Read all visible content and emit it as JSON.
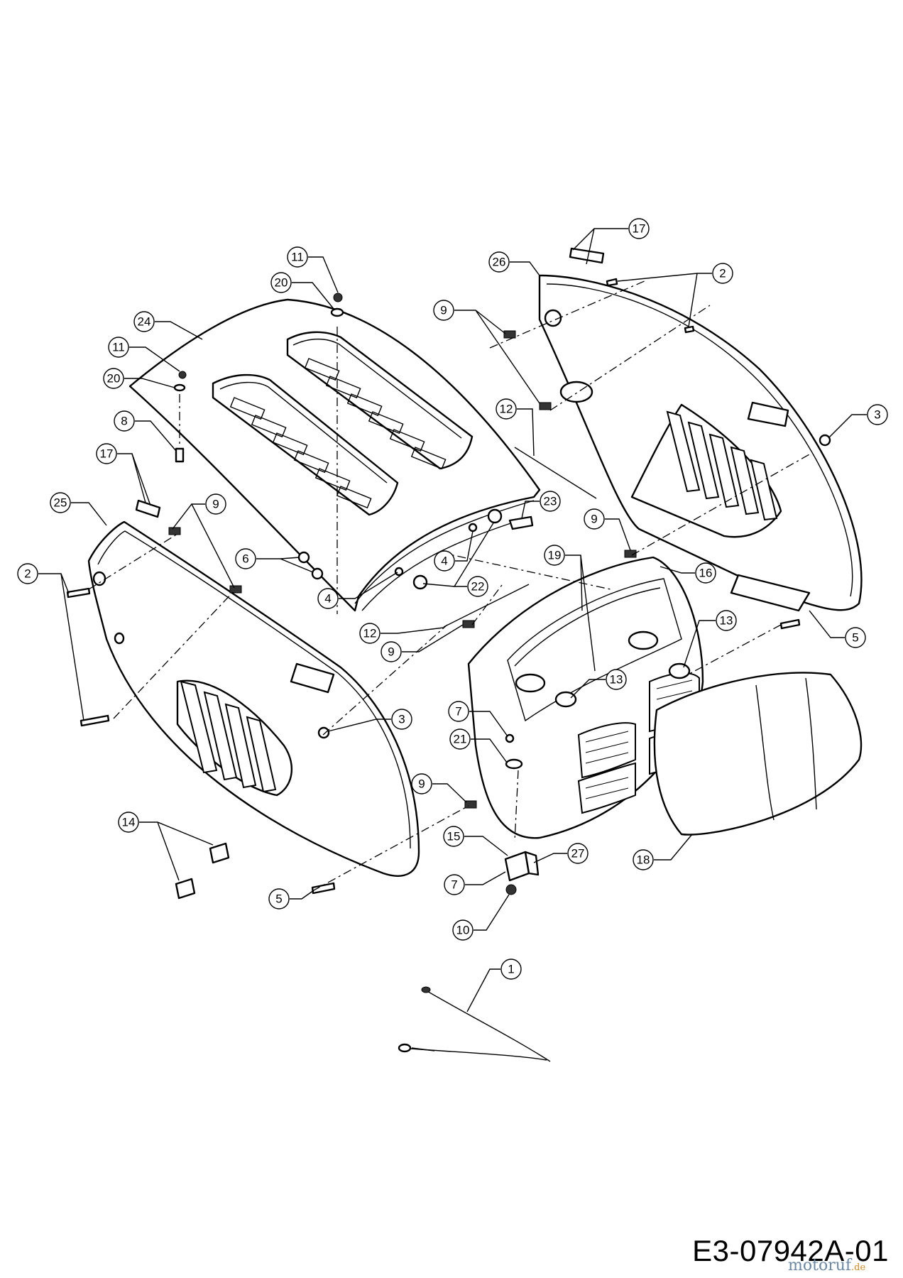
{
  "drawing_number": "E3-07942A-01",
  "watermark": {
    "text": "motoruf",
    "suffix": ".de"
  },
  "callouts": [
    {
      "label": "17"
    },
    {
      "label": "26"
    },
    {
      "label": "2"
    },
    {
      "label": "11"
    },
    {
      "label": "20"
    },
    {
      "label": "9"
    },
    {
      "label": "24"
    },
    {
      "label": "11"
    },
    {
      "label": "20"
    },
    {
      "label": "12"
    },
    {
      "label": "3"
    },
    {
      "label": "8"
    },
    {
      "label": "17"
    },
    {
      "label": "25"
    },
    {
      "label": "9"
    },
    {
      "label": "23"
    },
    {
      "label": "9"
    },
    {
      "label": "2"
    },
    {
      "label": "6"
    },
    {
      "label": "4"
    },
    {
      "label": "19"
    },
    {
      "label": "16"
    },
    {
      "label": "22"
    },
    {
      "label": "4"
    },
    {
      "label": "13"
    },
    {
      "label": "12"
    },
    {
      "label": "9"
    },
    {
      "label": "5"
    },
    {
      "label": "13"
    },
    {
      "label": "3"
    },
    {
      "label": "7"
    },
    {
      "label": "21"
    },
    {
      "label": "9"
    },
    {
      "label": "14"
    },
    {
      "label": "15"
    },
    {
      "label": "27"
    },
    {
      "label": "18"
    },
    {
      "label": "7"
    },
    {
      "label": "5"
    },
    {
      "label": "10"
    },
    {
      "label": "1"
    }
  ]
}
